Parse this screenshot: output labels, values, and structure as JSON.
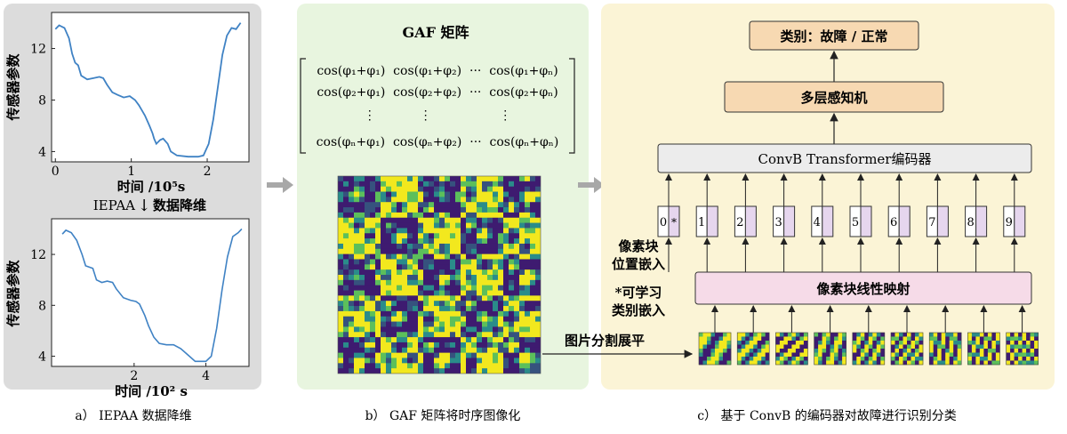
{
  "panel_a": {
    "top_chart": {
      "ylabel": "传感器参数",
      "xlabel": "时间 /10⁵s",
      "yticks": [
        "4",
        "8",
        "12"
      ],
      "xticks": [
        "0",
        "1",
        "2"
      ],
      "ytick_values": [
        4,
        8,
        12
      ],
      "xtick_values": [
        0,
        1,
        2
      ],
      "xlim": [
        -0.05,
        2.55
      ],
      "ylim": [
        3.2,
        14.8
      ],
      "series": [
        [
          0,
          13.5
        ],
        [
          0.05,
          13.8
        ],
        [
          0.12,
          13.6
        ],
        [
          0.18,
          12.8
        ],
        [
          0.22,
          11.6
        ],
        [
          0.26,
          10.9
        ],
        [
          0.3,
          10.7
        ],
        [
          0.34,
          9.9
        ],
        [
          0.42,
          9.6
        ],
        [
          0.5,
          9.7
        ],
        [
          0.58,
          9.8
        ],
        [
          0.63,
          9.7
        ],
        [
          0.68,
          9.2
        ],
        [
          0.75,
          8.6
        ],
        [
          0.82,
          8.4
        ],
        [
          0.9,
          8.2
        ],
        [
          0.98,
          8.3
        ],
        [
          1.05,
          8.0
        ],
        [
          1.1,
          7.6
        ],
        [
          1.14,
          7.2
        ],
        [
          1.18,
          6.8
        ],
        [
          1.24,
          6.0
        ],
        [
          1.28,
          5.4
        ],
        [
          1.3,
          5.0
        ],
        [
          1.33,
          4.6
        ],
        [
          1.38,
          4.9
        ],
        [
          1.42,
          5.0
        ],
        [
          1.48,
          4.6
        ],
        [
          1.52,
          4.0
        ],
        [
          1.6,
          3.7
        ],
        [
          1.75,
          3.6
        ],
        [
          1.88,
          3.6
        ],
        [
          1.95,
          3.7
        ],
        [
          2.02,
          4.6
        ],
        [
          2.08,
          6.5
        ],
        [
          2.14,
          9.0
        ],
        [
          2.2,
          11.5
        ],
        [
          2.26,
          13.0
        ],
        [
          2.32,
          13.6
        ],
        [
          2.38,
          13.5
        ],
        [
          2.44,
          14.0
        ]
      ]
    },
    "middle_label_left": "IEPAA",
    "middle_label_right": "数据降维",
    "arrow_glyph": "↓",
    "bottom_chart": {
      "ylabel": "传感器参数",
      "xlabel": "时间 /10² s",
      "yticks": [
        "4",
        "8",
        "12"
      ],
      "xticks": [
        "2",
        "4"
      ],
      "ytick_values": [
        4,
        8,
        12
      ],
      "xtick_values": [
        2,
        4
      ],
      "xlim": [
        -0.3,
        5.2
      ],
      "ylim": [
        3.2,
        14.8
      ],
      "series": [
        [
          0,
          13.6
        ],
        [
          0.1,
          13.9
        ],
        [
          0.25,
          13.7
        ],
        [
          0.4,
          13.1
        ],
        [
          0.55,
          12.0
        ],
        [
          0.65,
          11.1
        ],
        [
          0.85,
          10.9
        ],
        [
          0.95,
          10.0
        ],
        [
          1.1,
          9.8
        ],
        [
          1.25,
          9.9
        ],
        [
          1.4,
          9.8
        ],
        [
          1.5,
          9.3
        ],
        [
          1.7,
          8.6
        ],
        [
          1.9,
          8.4
        ],
        [
          2.05,
          8.3
        ],
        [
          2.15,
          8.1
        ],
        [
          2.3,
          7.2
        ],
        [
          2.4,
          6.4
        ],
        [
          2.55,
          5.5
        ],
        [
          2.7,
          5.0
        ],
        [
          2.9,
          4.9
        ],
        [
          3.1,
          4.9
        ],
        [
          3.3,
          4.6
        ],
        [
          3.5,
          4.1
        ],
        [
          3.7,
          3.6
        ],
        [
          4.0,
          3.6
        ],
        [
          4.15,
          4.0
        ],
        [
          4.3,
          6.2
        ],
        [
          4.45,
          9.2
        ],
        [
          4.6,
          11.8
        ],
        [
          4.75,
          13.4
        ],
        [
          4.9,
          13.7
        ],
        [
          5.0,
          14.0
        ]
      ]
    },
    "caption": "a） IEPAA 数据降维"
  },
  "panel_b": {
    "title": "GAF 矩阵",
    "matrix_rows": [
      "cos(φ₁+φ₁)  cos(φ₁+φ₂)  ···  cos(φ₁+φₙ)",
      "cos(φ₂+φ₁)  cos(φ₂+φ₂)  ···  cos(φ₂+φₙ)",
      "⋮           ⋮                 ⋮",
      "cos(φₙ+φ₁)  cos(φₙ+φ₂)  ···  cos(φₙ+φₙ)"
    ],
    "caption": "b） GAF 矩阵将时序图像化"
  },
  "panel_c": {
    "class_box": "类别：故障 / 正常",
    "mlp_box": "多层感知机",
    "encoder_box": "ConvB Transformer编码器",
    "tokens": [
      "0",
      "1",
      "2",
      "3",
      "4",
      "5",
      "6",
      "7",
      "8",
      "9"
    ],
    "cls_mark": "*",
    "projection_box": "像素块线性映射",
    "label_position_1": "像素块",
    "label_position_2": "位置嵌入",
    "label_cls_1": "*可学习",
    "label_cls_2": "类别嵌入",
    "split_label": "图片分割展平",
    "caption": "c） 基于 ConvB 的编码器对故障进行识别分类"
  },
  "colors": {
    "panel_a_bg": "#dcdcdc",
    "panel_b_bg": "#e8f5df",
    "panel_c_bg": "#fbf4d6",
    "line_blue": "#3f82c4",
    "class_box": "#f7d9b2",
    "mlp_box": "#f7d9b2",
    "encoder_box": "#ececec",
    "token_box": "#e6d6ee",
    "projection_box": "#f6dbe8",
    "gaf_dark": "#3e1b70",
    "gaf_mid": "#2a8c8a",
    "gaf_light": "#f2e81e",
    "grey_arrow": "#a8a8a8"
  }
}
